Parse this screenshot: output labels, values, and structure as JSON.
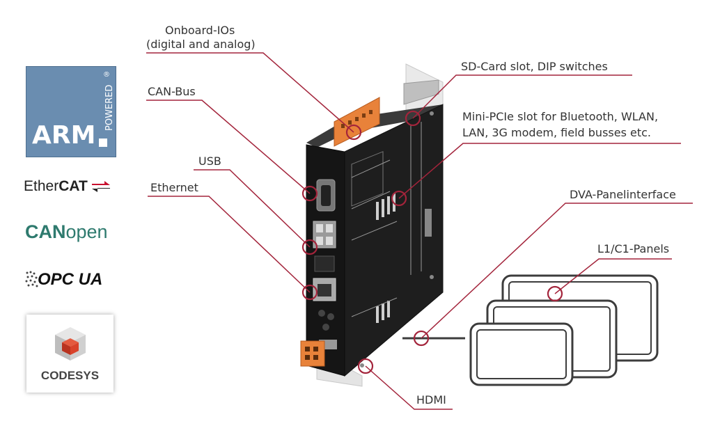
{
  "callouts": {
    "onboard_ios_line1": "Onboard-IOs",
    "onboard_ios_line2": "(digital and analog)",
    "can_bus": "CAN-Bus",
    "usb": "USB",
    "ethernet": "Ethernet",
    "sd_card": "SD-Card slot, DIP switches",
    "mini_pcie_line1": "Mini-PCIe slot for Bluetooth, WLAN,",
    "mini_pcie_line2": "LAN, 3G modem, field busses etc.",
    "dva_panel": "DVA-Panelinterface",
    "panels": "L1/C1-Panels",
    "hdmi": "HDMI"
  },
  "logos": {
    "arm": "ARM",
    "arm_powered": "POWERED",
    "arm_registered": "®",
    "ethercat_prefix": "Ether",
    "ethercat_suffix": "CAT",
    "canopen_bold": "CAN",
    "canopen_light": "open",
    "opcua": "OPC UA",
    "codesys": "CODESYS"
  },
  "colors": {
    "callout_line": "#a3243b",
    "arm_blue": "#6a8db0",
    "canopen_green": "#2e7a6e",
    "codesys_red": "#d9432b",
    "device_body": "#1d1d1d",
    "connector_orange": "#e8823a"
  }
}
